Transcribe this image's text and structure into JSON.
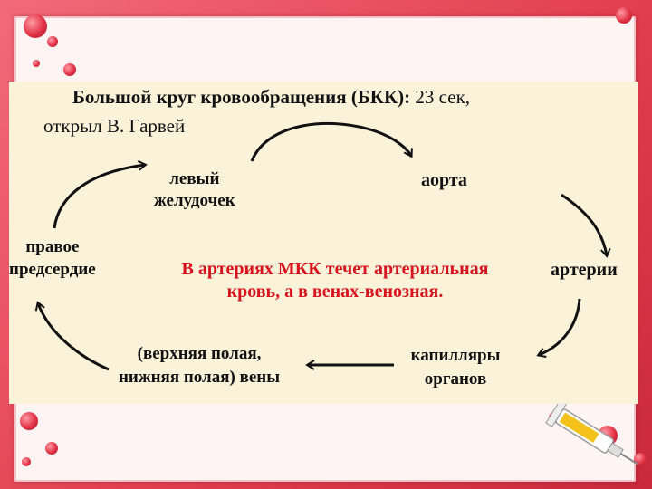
{
  "title": {
    "bold_part": "Большой круг кровообращения (БКК):",
    "rest_line1": " 23 сек,",
    "line2": "открыл В. Гарвей"
  },
  "nodes": {
    "left_ventricle": [
      "левый",
      "желудочек"
    ],
    "aorta": "аорта",
    "arteries": "артерии",
    "capillaries": [
      "капилляры",
      "органов"
    ],
    "veins": [
      "(верхняя полая,",
      "нижняя полая) вены"
    ],
    "right_atrium": [
      "правое",
      "предсердие"
    ]
  },
  "note": [
    "В артериях МКК течет артериальная",
    "кровь, а в венах-венозная."
  ],
  "colors": {
    "note": "#d8121d",
    "slide_bg": "#fbf2da",
    "frame": "#e8505e"
  }
}
